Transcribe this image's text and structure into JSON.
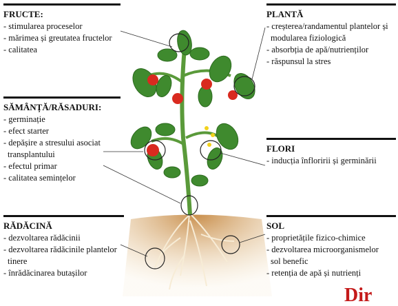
{
  "panels": {
    "fructe": {
      "title": "FRUCTE:",
      "items": [
        "- stimularea proceselor",
        "- mărimea și greutatea fructelor",
        "- calitatea"
      ]
    },
    "planta": {
      "title": "PLANTĂ",
      "items": [
        "- creșterea/randamentul plantelor și",
        "  modularea fiziologică",
        "- absorbția de apă/nutrienților",
        "- răspunsul la stres"
      ]
    },
    "samanta": {
      "title": "SĂMÂNȚĂ/RĂSADURI:",
      "items": [
        "- germinație",
        "- efect starter",
        "- depășire a stresului asociat",
        "  transplantului",
        "- efectul primar",
        "- calitatea semințelor"
      ]
    },
    "flori": {
      "title": "FLORI",
      "items": [
        "- inducția înfloririi și germinării"
      ]
    },
    "radacina": {
      "title": "RĂDĂCINĂ",
      "items": [
        "- dezvoltarea rădăcinii",
        "- dezvoltarea rădăcinile plantelor",
        "  tinere",
        "- înrădăcinarea butașilor"
      ]
    },
    "sol": {
      "title": "SOL",
      "items": [
        "- proprietățile fizico-chimice",
        "- dezvoltarea microorganismelor",
        "  sol benefic",
        "- retenția de apă și nutrienți"
      ]
    }
  },
  "stamp_text": "Dir",
  "colors": {
    "leaf": "#3f8a2e",
    "stem": "#5a9a3a",
    "tomato": "#d92a1f",
    "soil": "#d9b57a",
    "flower": "#f2d21c"
  }
}
